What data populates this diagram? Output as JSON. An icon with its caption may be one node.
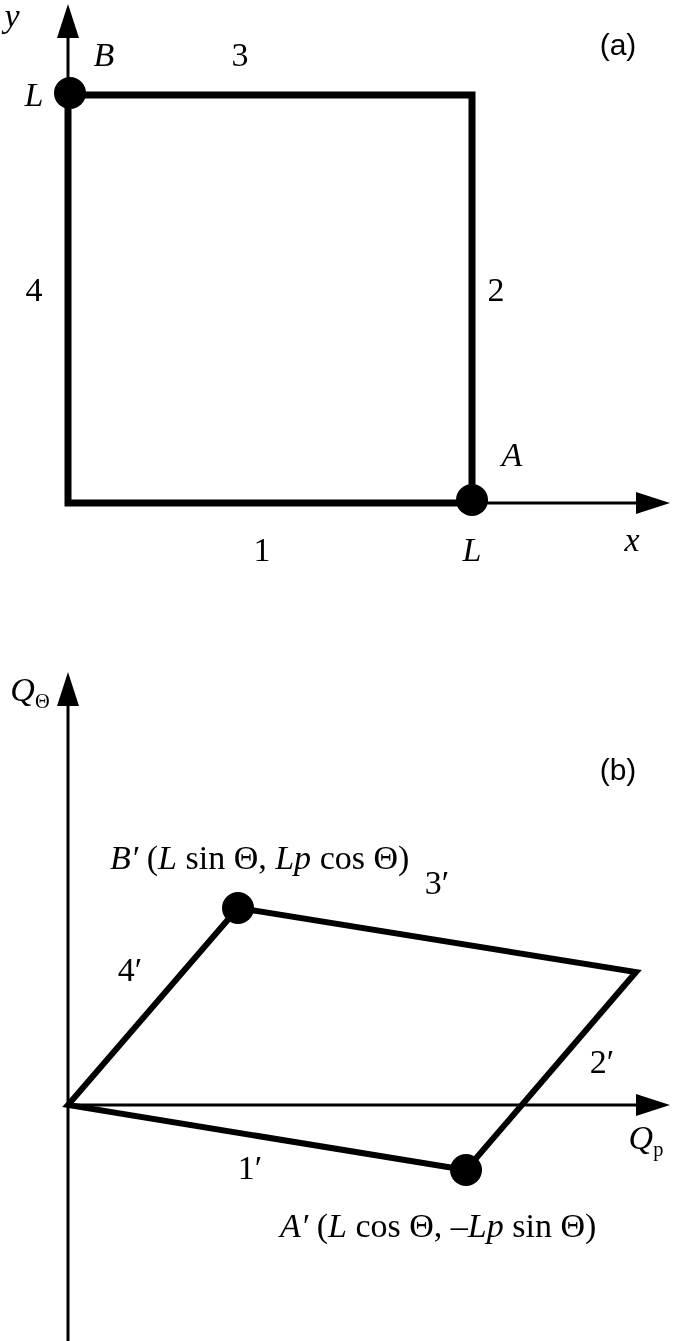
{
  "diagram": {
    "labels": [
      "y",
      "B",
      "3",
      "(a)",
      "L",
      "4",
      "2",
      "A",
      "1",
      "L",
      "x",
      "*Q*$_{Θ}$",
      "(b)",
      "*B′* (*L* sin Θ, *Lp* cos Θ)",
      "3′",
      "4′",
      "2′",
      "*Q*$_{p}$",
      "1′",
      "*A′* (*L* cos Θ, –*Lp* sin Θ)"
    ]
  }
}
